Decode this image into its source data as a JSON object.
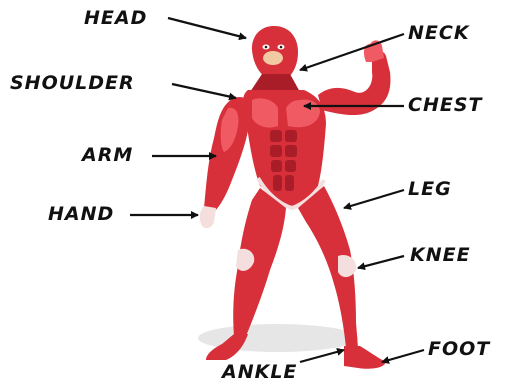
{
  "colors": {
    "muscle": "#d8303a",
    "muscle_dark": "#a81d28",
    "muscle_light": "#ef5a63",
    "tendon": "#f4dede",
    "skin": "#f1c9a3",
    "shadow": "#e6e6e6",
    "ink": "#111111"
  },
  "labels": {
    "head": "HEAD",
    "neck": "NECK",
    "shoulder": "SHOULDER",
    "chest": "CHEST",
    "arm": "ARM",
    "leg": "LEG",
    "hand": "HAND",
    "knee": "KNEE",
    "ankle": "ANKLE",
    "foot": "FOOT"
  }
}
